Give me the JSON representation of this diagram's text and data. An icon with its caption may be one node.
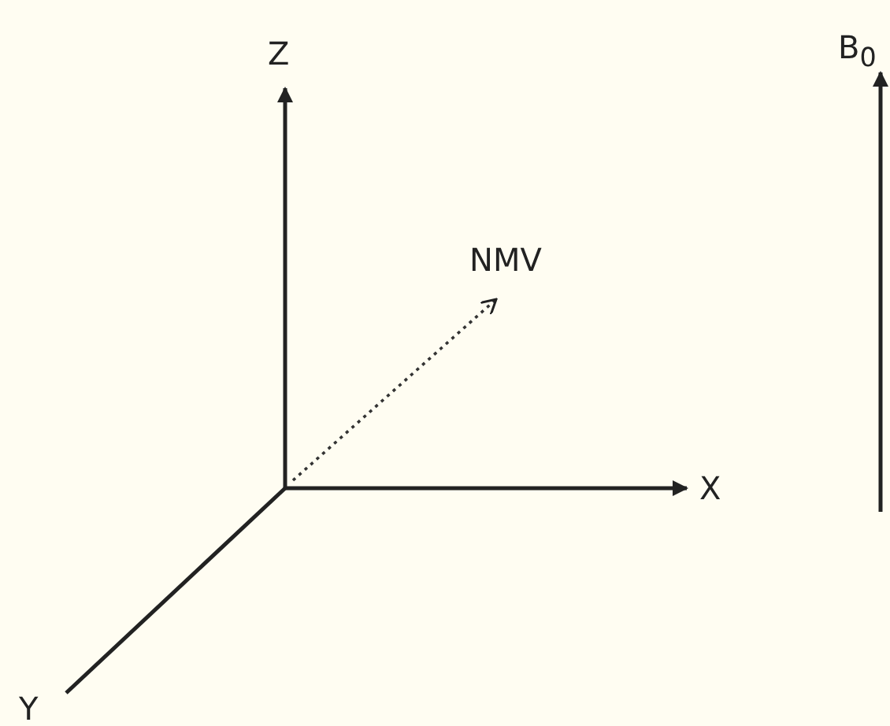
{
  "diagram": {
    "labels": [
      "Z",
      "B$_{0}$",
      "NMV",
      "X",
      "Y"
    ]
  }
}
